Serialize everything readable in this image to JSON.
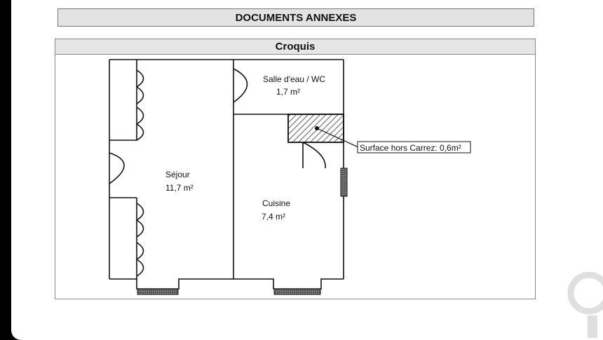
{
  "header": {
    "title": "DOCUMENTS ANNEXES"
  },
  "section": {
    "title": "Croquis"
  },
  "plan": {
    "rooms": [
      {
        "name": "Salle d'eau / WC",
        "area": "1,7  m²"
      },
      {
        "name": "Séjour",
        "area": "11,7  m²"
      },
      {
        "name": "Cuisine",
        "area": "7,4  m²"
      }
    ],
    "annotation": "Surface hors Carrez: 0,6m²"
  },
  "icons": {
    "watermark": "brand-logo-watermark"
  }
}
